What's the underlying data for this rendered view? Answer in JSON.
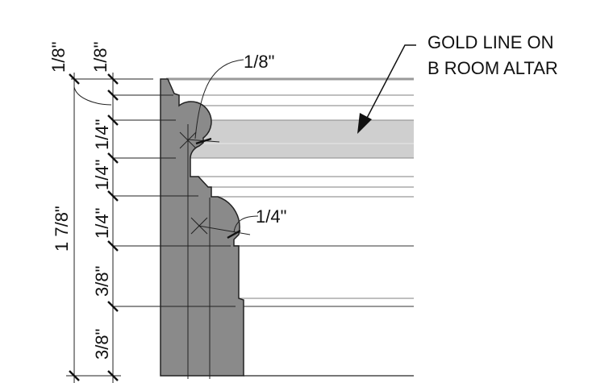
{
  "dimensions": {
    "vertical": {
      "total": "1 7/8\"",
      "segments": [
        "1/8\"",
        "1/8\"",
        "1/4\"",
        "1/4\"",
        "1/4\"",
        "3/8\"",
        "3/8\""
      ]
    },
    "radii": {
      "upper": "1/8\"",
      "lower": "1/4\""
    }
  },
  "note": {
    "line1": "GOLD LINE ON",
    "line2": "B ROOM ALTAR"
  },
  "colors": {
    "profile_fill": "#8a8a8a",
    "gold_band_fill": "#cfcfcf",
    "elevation_line": "#9a9a9a",
    "ink": "#111111"
  }
}
